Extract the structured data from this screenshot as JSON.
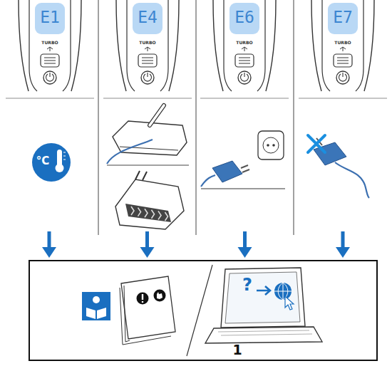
{
  "diagram": {
    "nodes": [
      {
        "text": [
          "E1",
          "TURBO",
          "°C"
        ]
      },
      {
        "text": [
          "E4",
          "TURBO"
        ]
      },
      {
        "text": [
          "E6",
          "TURBO"
        ]
      },
      {
        "text": [
          "E7",
          "TURBO"
        ]
      },
      {
        "text": [
          "?",
          "1"
        ]
      }
    ],
    "edges": [
      {
        "from": 0,
        "to": 4,
        "arrow": "to"
      },
      {
        "from": 1,
        "to": 4,
        "arrow": "to"
      },
      {
        "from": 2,
        "to": 4,
        "arrow": "to"
      },
      {
        "from": 3,
        "to": 4,
        "arrow": "to"
      }
    ]
  }
}
